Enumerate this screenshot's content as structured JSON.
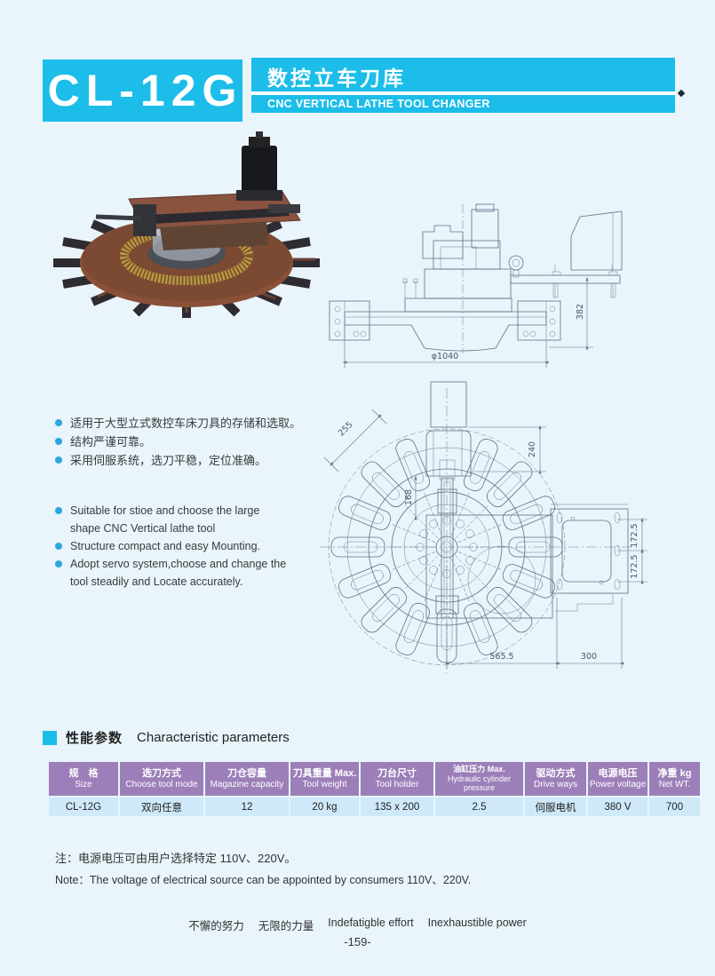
{
  "header": {
    "model": "CL-12G",
    "title_cn": "数控立车刀库",
    "title_en": "CNC VERTICAL LATHE TOOL CHANGER"
  },
  "features_cn": {
    "item1": "适用于大型立式数控车床刀具的存储和选取。",
    "item2": "结构严谨可靠。",
    "item3": "采用伺服系统，选刀平稳，定位准确。"
  },
  "features_en": {
    "item1_line1": "Suitable for stioe and choose the large",
    "item1_line2": "shape CNC Vertical lathe tool",
    "item2_line1": "Structure compact and easy Mounting.",
    "item3_line1": "Adopt servo system,choose and change the",
    "item3_line2": "tool steadily and Locate accurately."
  },
  "drawings": {
    "side_view": {
      "dim_height": "382",
      "dim_diameter": "φ1040"
    },
    "plan_view": {
      "dim_arm": "255",
      "dim_top": "240",
      "dim_inner": "168",
      "dim_plate_upper": "172.5",
      "dim_plate_lower": "172.5",
      "dim_span": "565.5",
      "dim_right": "300"
    }
  },
  "section": {
    "title_cn": "性能参数",
    "title_en": "Characteristic parameters"
  },
  "table": {
    "columns": [
      {
        "cn": "规　格",
        "en": "Size"
      },
      {
        "cn": "选刀方式",
        "en": "Choose tool mode"
      },
      {
        "cn": "刀仓容量",
        "en": "Magazine capacity"
      },
      {
        "cn": "刀具重量 Max.",
        "en": "Tool weight"
      },
      {
        "cn": "刀台尺寸",
        "en": "Tool holder"
      },
      {
        "cn": "油缸压力 Max.",
        "en": "Hydraulic cylinder pressure"
      },
      {
        "cn": "驱动方式",
        "en": "Drive ways"
      },
      {
        "cn": "电源电压",
        "en": "Power voltage"
      },
      {
        "cn": "净重 kg",
        "en": "Net WT."
      }
    ],
    "row": [
      "CL-12G",
      "双向任意",
      "12",
      "20 kg",
      "135 x 200",
      "2.5",
      "伺服电机",
      "380 V",
      "700"
    ]
  },
  "notes": {
    "cn": "注：电源电压可由用户选择特定 110V、220V。",
    "en": "Note：The voltage of electrical source can be appointed by consumers 110V、220V."
  },
  "footer": {
    "slogan_cn1": "不懈的努力",
    "slogan_cn2": "无限的力量",
    "slogan_en1": "Indefatigble effort",
    "slogan_en2": "Inexhaustible power",
    "page_number": "-159-"
  }
}
